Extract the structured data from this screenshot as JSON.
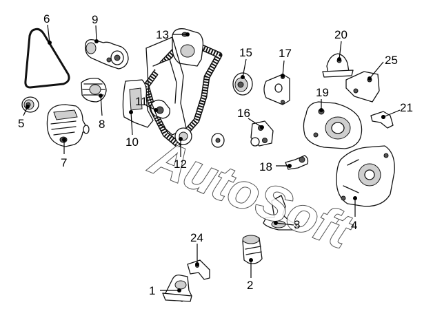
{
  "diagram": {
    "watermark": "AutoSoft",
    "callouts": [
      {
        "id": "1",
        "label": "1"
      },
      {
        "id": "2",
        "label": "2"
      },
      {
        "id": "3",
        "label": "3"
      },
      {
        "id": "4",
        "label": "4"
      },
      {
        "id": "5",
        "label": "5"
      },
      {
        "id": "6",
        "label": "6"
      },
      {
        "id": "7",
        "label": "7"
      },
      {
        "id": "8",
        "label": "8"
      },
      {
        "id": "9",
        "label": "9"
      },
      {
        "id": "10",
        "label": "10"
      },
      {
        "id": "11",
        "label": "11"
      },
      {
        "id": "12",
        "label": "12"
      },
      {
        "id": "13",
        "label": "13"
      },
      {
        "id": "15",
        "label": "15"
      },
      {
        "id": "16",
        "label": "16"
      },
      {
        "id": "17",
        "label": "17"
      },
      {
        "id": "18",
        "label": "18"
      },
      {
        "id": "19",
        "label": "19"
      },
      {
        "id": "20",
        "label": "20"
      },
      {
        "id": "21",
        "label": "21"
      },
      {
        "id": "24",
        "label": "24"
      },
      {
        "id": "25",
        "label": "25"
      }
    ]
  }
}
